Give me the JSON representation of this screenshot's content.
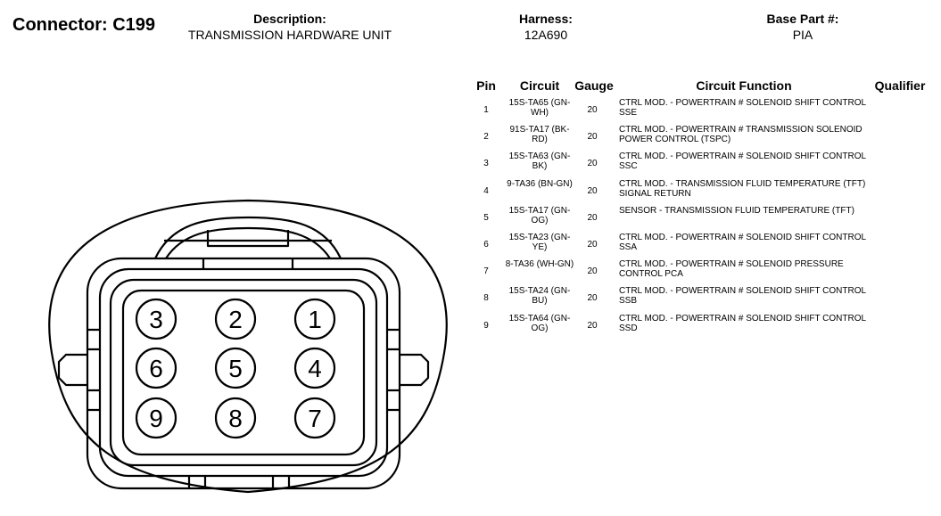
{
  "header": {
    "connector_title": "Connector: C199",
    "description_label": "Description:",
    "description_value": "TRANSMISSION HARDWARE UNIT",
    "harness_label": "Harness:",
    "harness_value": "12A690",
    "base_part_label": "Base Part #:",
    "base_part_value": "PIA"
  },
  "table": {
    "headers": {
      "pin": "Pin",
      "circuit": "Circuit",
      "gauge": "Gauge",
      "function": "Circuit Function",
      "qualifier": "Qualifier"
    },
    "rows": [
      {
        "pin": "1",
        "circuit": "15S-TA65 (GN-WH)",
        "gauge": "20",
        "function": "CTRL MOD. - POWERTRAIN # SOLENOID SHIFT CONTROL SSE"
      },
      {
        "pin": "2",
        "circuit": "91S-TA17 (BK-RD)",
        "gauge": "20",
        "function": "CTRL MOD. - POWERTRAIN # TRANSMISSION SOLENOID POWER CONTROL (TSPC)"
      },
      {
        "pin": "3",
        "circuit": "15S-TA63 (GN-BK)",
        "gauge": "20",
        "function": "CTRL MOD. - POWERTRAIN # SOLENOID SHIFT CONTROL SSC"
      },
      {
        "pin": "4",
        "circuit": "9-TA36 (BN-GN)",
        "gauge": "20",
        "function": "CTRL MOD. - TRANSMISSION FLUID TEMPERATURE (TFT) SIGNAL RETURN"
      },
      {
        "pin": "5",
        "circuit": "15S-TA17 (GN-OG)",
        "gauge": "20",
        "function": "SENSOR - TRANSMISSION FLUID TEMPERATURE (TFT)"
      },
      {
        "pin": "6",
        "circuit": "15S-TA23 (GN-YE)",
        "gauge": "20",
        "function": "CTRL MOD. - POWERTRAIN # SOLENOID SHIFT CONTROL SSA"
      },
      {
        "pin": "7",
        "circuit": "8-TA36 (WH-GN)",
        "gauge": "20",
        "function": "CTRL MOD. - POWERTRAIN # SOLENOID PRESSURE CONTROL PCA"
      },
      {
        "pin": "8",
        "circuit": "15S-TA24 (GN-BU)",
        "gauge": "20",
        "function": "CTRL MOD. - POWERTRAIN # SOLENOID SHIFT CONTROL SSB"
      },
      {
        "pin": "9",
        "circuit": "15S-TA64 (GN-OG)",
        "gauge": "20",
        "function": "CTRL MOD. - POWERTRAIN # SOLENOID SHIFT CONTROL SSD"
      }
    ]
  },
  "diagram": {
    "pin_grid": [
      [
        "3",
        "2",
        "1"
      ],
      [
        "6",
        "5",
        "4"
      ],
      [
        "9",
        "8",
        "7"
      ]
    ]
  }
}
